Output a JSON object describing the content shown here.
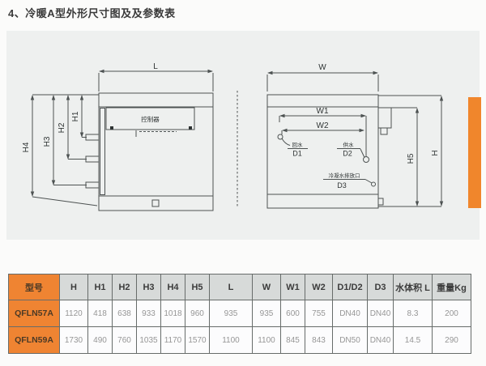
{
  "page": {
    "title": "4、冷暖A型外形尺寸图及及参数表"
  },
  "colors": {
    "accent_orange": "#F0862C",
    "panel_gray": "#EEF0EF",
    "table_header_gray": "#D7DAD9",
    "line_color": "#4D5252"
  },
  "diagram": {
    "front_view": {
      "controller_label": "控制器",
      "dim_labels": {
        "L": "L",
        "H1": "H1",
        "H2": "H2",
        "H3": "H3",
        "H4": "H4"
      }
    },
    "side_view": {
      "dim_labels": {
        "W": "W",
        "W1": "W1",
        "W2": "W2",
        "H5": "H5",
        "H": "H"
      },
      "ports": [
        {
          "id": "D1",
          "label": "回水"
        },
        {
          "id": "D2",
          "label": "供水"
        },
        {
          "id": "D3",
          "label": "冷凝水排放口"
        }
      ]
    }
  },
  "table": {
    "headers": [
      "型号",
      "H",
      "H1",
      "H2",
      "H3",
      "H4",
      "H5",
      "L",
      "W",
      "W1",
      "W2",
      "D1/D2",
      "D3",
      "水体积 L",
      "重量Kg"
    ],
    "rows": [
      [
        "QFLN57A",
        "1120",
        "418",
        "638",
        "933",
        "1018",
        "960",
        "935",
        "935",
        "600",
        "755",
        "DN40",
        "DN40",
        "8.3",
        "200"
      ],
      [
        "QFLN59A",
        "1730",
        "490",
        "760",
        "1035",
        "1170",
        "1570",
        "1100",
        "1100",
        "845",
        "843",
        "DN50",
        "DN40",
        "14.5",
        "290"
      ]
    ]
  }
}
